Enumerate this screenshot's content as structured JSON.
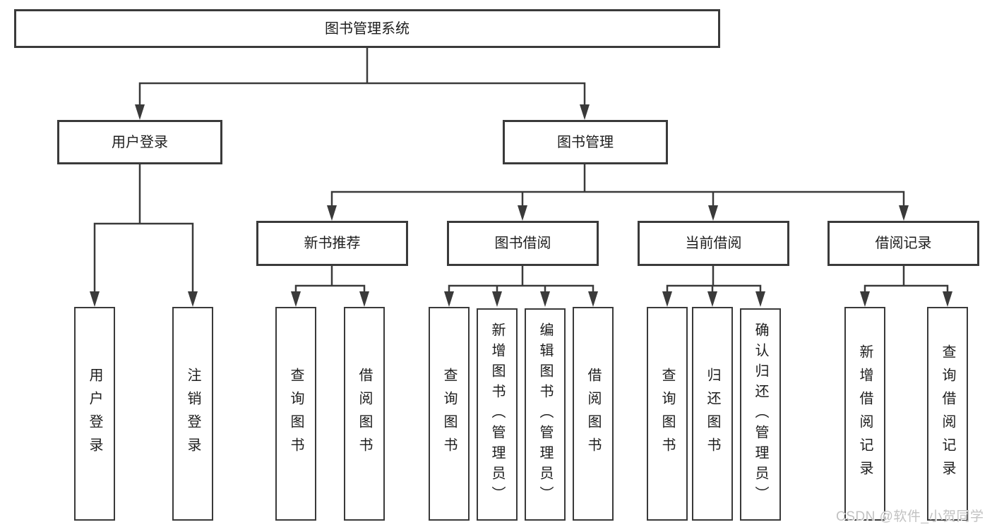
{
  "colors": {
    "line": "#3a3a3a",
    "box_border": "#3a3a3a",
    "text": "#1d1d1d",
    "background": "#ffffff",
    "watermark": "#c2c2c2"
  },
  "watermark": {
    "text": "CSDN @软件_小贺同学"
  },
  "tree": {
    "root": {
      "label": "图书管理系统"
    },
    "login_branch": {
      "label": "用户登录",
      "children": [
        {
          "label": "用户登录"
        },
        {
          "label": "注销登录"
        }
      ]
    },
    "manage_branch": {
      "label": "图书管理",
      "sections": [
        {
          "label": "新书推荐",
          "children": [
            {
              "label": "查询图书"
            },
            {
              "label": "借阅图书"
            }
          ]
        },
        {
          "label": "图书借阅",
          "children": [
            {
              "label": "查询图书"
            },
            {
              "label": "新增图书（管理员）"
            },
            {
              "label": "编辑图书（管理员）"
            },
            {
              "label": "借阅图书"
            }
          ]
        },
        {
          "label": "当前借阅",
          "children": [
            {
              "label": "查询图书"
            },
            {
              "label": "归还图书"
            },
            {
              "label": "确认归还（管理员）"
            }
          ]
        },
        {
          "label": "借阅记录",
          "children": [
            {
              "label": "新增借阅记录"
            },
            {
              "label": "查询借阅记录"
            }
          ]
        }
      ]
    }
  }
}
